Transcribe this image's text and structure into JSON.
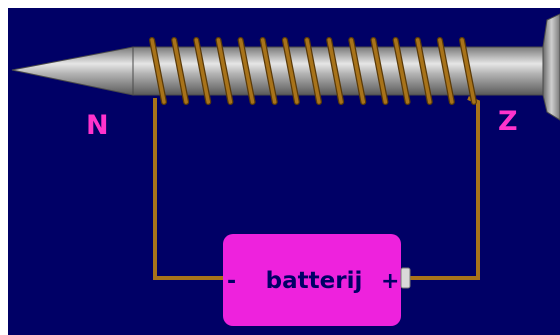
{
  "colors": {
    "background": "#000066",
    "border": "#ffffff",
    "nail_light": "#d9d9d9",
    "nail_mid": "#9a9a9a",
    "nail_dark": "#5f5f5f",
    "wire": "#a8731a",
    "coil": "#a8731a",
    "pole_label": "#ff33cc",
    "battery": "#ee22dd",
    "battery_text": "#000066",
    "terminal": "#d9d9d9"
  },
  "labels": {
    "north": "N",
    "south": "Z"
  },
  "battery": {
    "label": "batterij",
    "minus": "-",
    "plus": "+"
  },
  "icons": {
    "nail": "nail-icon",
    "coil": "coil-icon",
    "battery": "battery-icon"
  }
}
